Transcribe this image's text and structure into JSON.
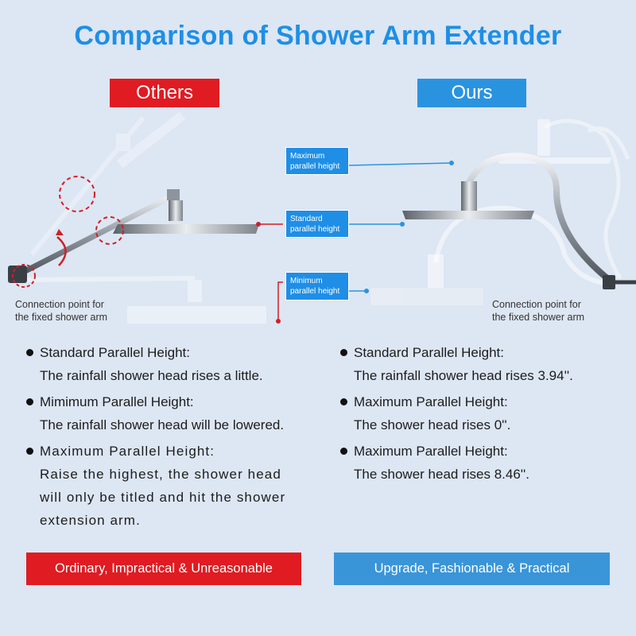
{
  "title": "Comparison of Shower Arm Extender",
  "labels": {
    "others": "Others",
    "ours": "Ours"
  },
  "height_tags": {
    "maximum": "Maximum parallel height",
    "standard": "Standard parallel height",
    "minimum": "Minimum parallel height"
  },
  "connection_note": {
    "left_line1": "Connection point for",
    "left_line2": "the fixed shower arm",
    "right_line1": "Connection point for",
    "right_line2": "the fixed shower arm"
  },
  "others_points": [
    {
      "heading": "Standard Parallel Height:",
      "text": "The rainfall shower head rises a little."
    },
    {
      "heading": "Mimimum Parallel Height:",
      "text": "The rainfall shower head will be lowered."
    },
    {
      "heading": "Maximum Parallel Height:",
      "line1": "Raise the highest, the shower head",
      "line2": "will only be titled and hit the shower",
      "line3": "extension arm."
    }
  ],
  "ours_points": [
    {
      "heading": "Standard Parallel Height:",
      "text": "The rainfall shower head rises 3.94''."
    },
    {
      "heading": "Maximum Parallel Height:",
      "text": "The shower head rises 0''."
    },
    {
      "heading": "Maximum Parallel Height:",
      "text": "The shower head rises 8.46''."
    }
  ],
  "banners": {
    "others": "Ordinary, Impractical & Unreasonable",
    "ours": "Upgrade, Fashionable & Practical"
  },
  "colors": {
    "title_blue": "#1e8fe6",
    "others_red": "#e01b22",
    "ours_blue": "#2a93e0",
    "background": "#dde6f3"
  }
}
